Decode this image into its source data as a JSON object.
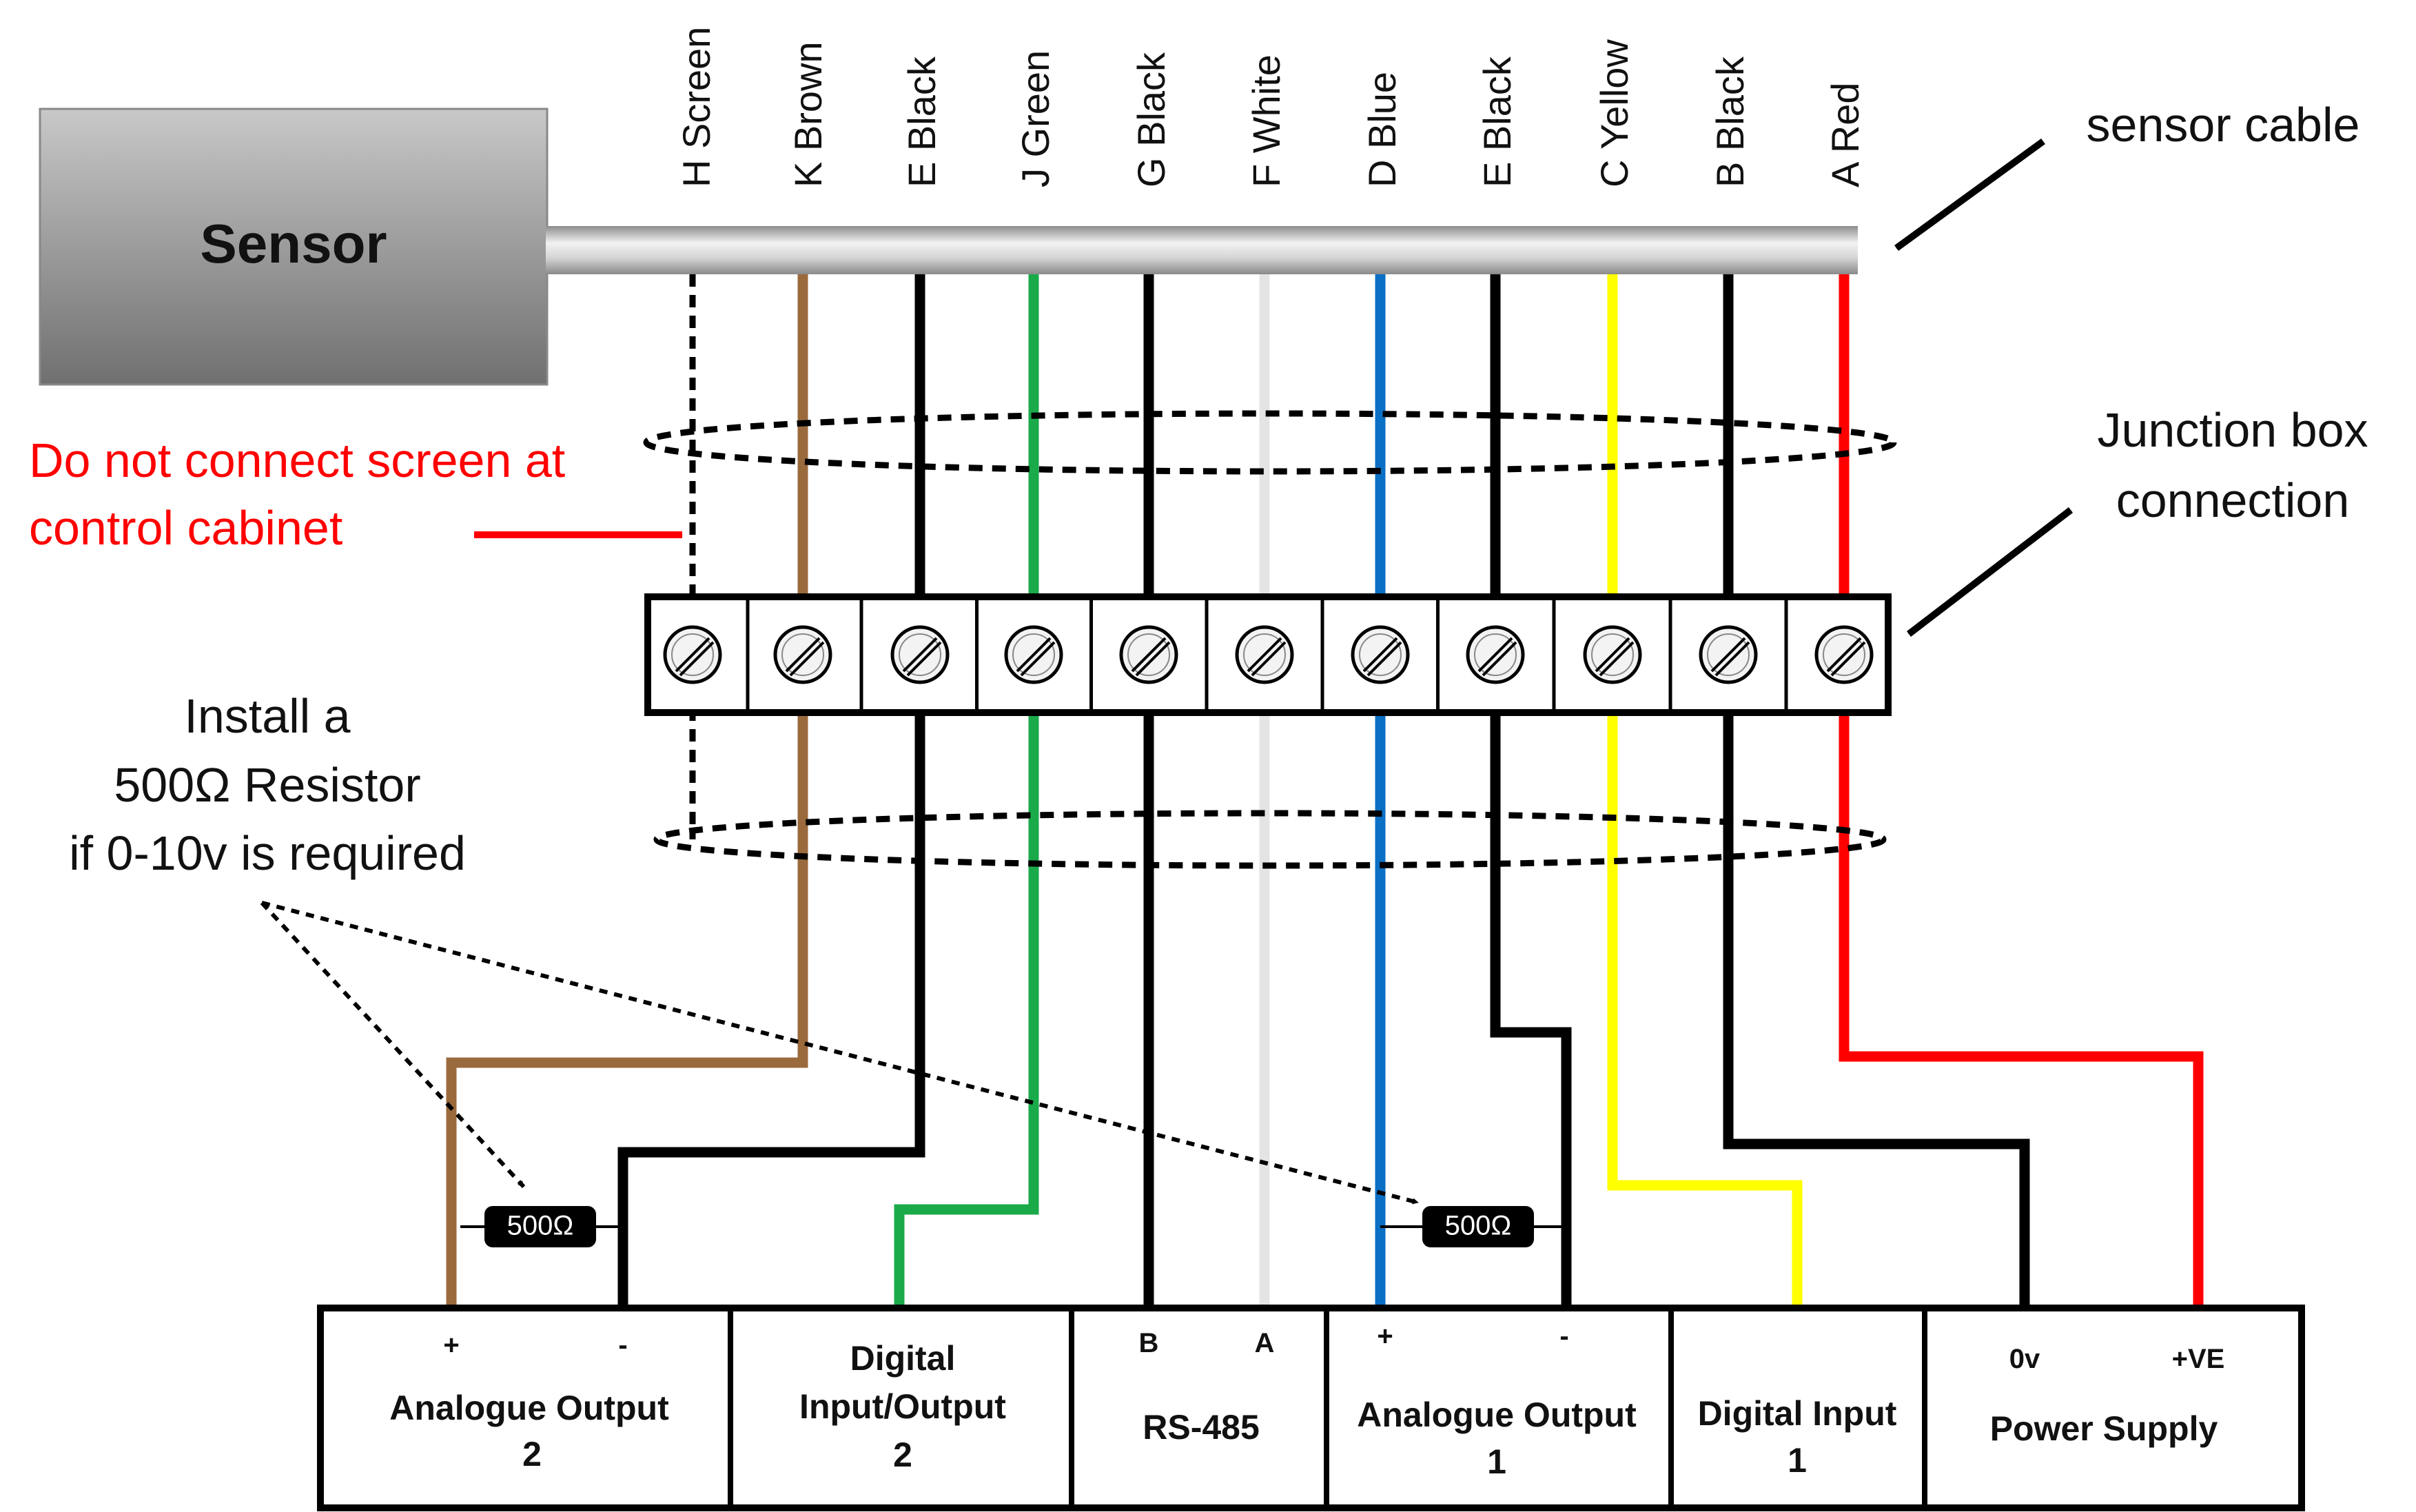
{
  "sensor": {
    "label": "Sensor",
    "body_color_top": "#c8c8c8",
    "body_color_bottom": "#707070"
  },
  "annotations": {
    "sensor_cable": "sensor cable",
    "junction_line1": "Junction box",
    "junction_line2": "connection",
    "screen_warning_line1": "Do not connect screen at",
    "screen_warning_line2": "control cabinet",
    "resistor_note_line1": "Install a",
    "resistor_note_line2": "500Ω Resistor",
    "resistor_note_line3": "if 0-10v is required",
    "warning_color": "#ff0000"
  },
  "wires": [
    {
      "label": "H Screen",
      "color": "#000000",
      "style": "dashed"
    },
    {
      "label": "K Brown",
      "color": "#9b6a3c",
      "style": "solid"
    },
    {
      "label": "E Black",
      "color": "#000000",
      "style": "solid"
    },
    {
      "label": "J Green",
      "color": "#1aaa4a",
      "style": "solid"
    },
    {
      "label": "G Black",
      "color": "#000000",
      "style": "solid"
    },
    {
      "label": "F White",
      "color": "#e4e4e4",
      "style": "solid"
    },
    {
      "label": "D Blue",
      "color": "#0b6fc4",
      "style": "solid"
    },
    {
      "label": "E Black",
      "color": "#000000",
      "style": "solid"
    },
    {
      "label": "C Yellow",
      "color": "#ffff00",
      "style": "solid"
    },
    {
      "label": "B Black",
      "color": "#000000",
      "style": "solid"
    },
    {
      "label": "A Red",
      "color": "#ff0000",
      "style": "solid"
    }
  ],
  "resistors": [
    {
      "label": "500Ω"
    },
    {
      "label": "500Ω"
    }
  ],
  "terminal_blocks": [
    {
      "title_line1": "Analogue Output",
      "title_line2": "2",
      "pin_left": "+",
      "pin_right": "-"
    },
    {
      "title_line1": "Digital",
      "title_line2": "Input/Output",
      "title_line3": "2"
    },
    {
      "title_line1": "RS-485",
      "pin_left": "B",
      "pin_right": "A"
    },
    {
      "title_line1": "Analogue Output",
      "title_line2": "1",
      "pin_left": "+",
      "pin_right": "-"
    },
    {
      "title_line1": "Digital Input",
      "title_line2": "1"
    },
    {
      "title_line1": "Power Supply",
      "pin_left": "0v",
      "pin_right": "+VE"
    }
  ]
}
